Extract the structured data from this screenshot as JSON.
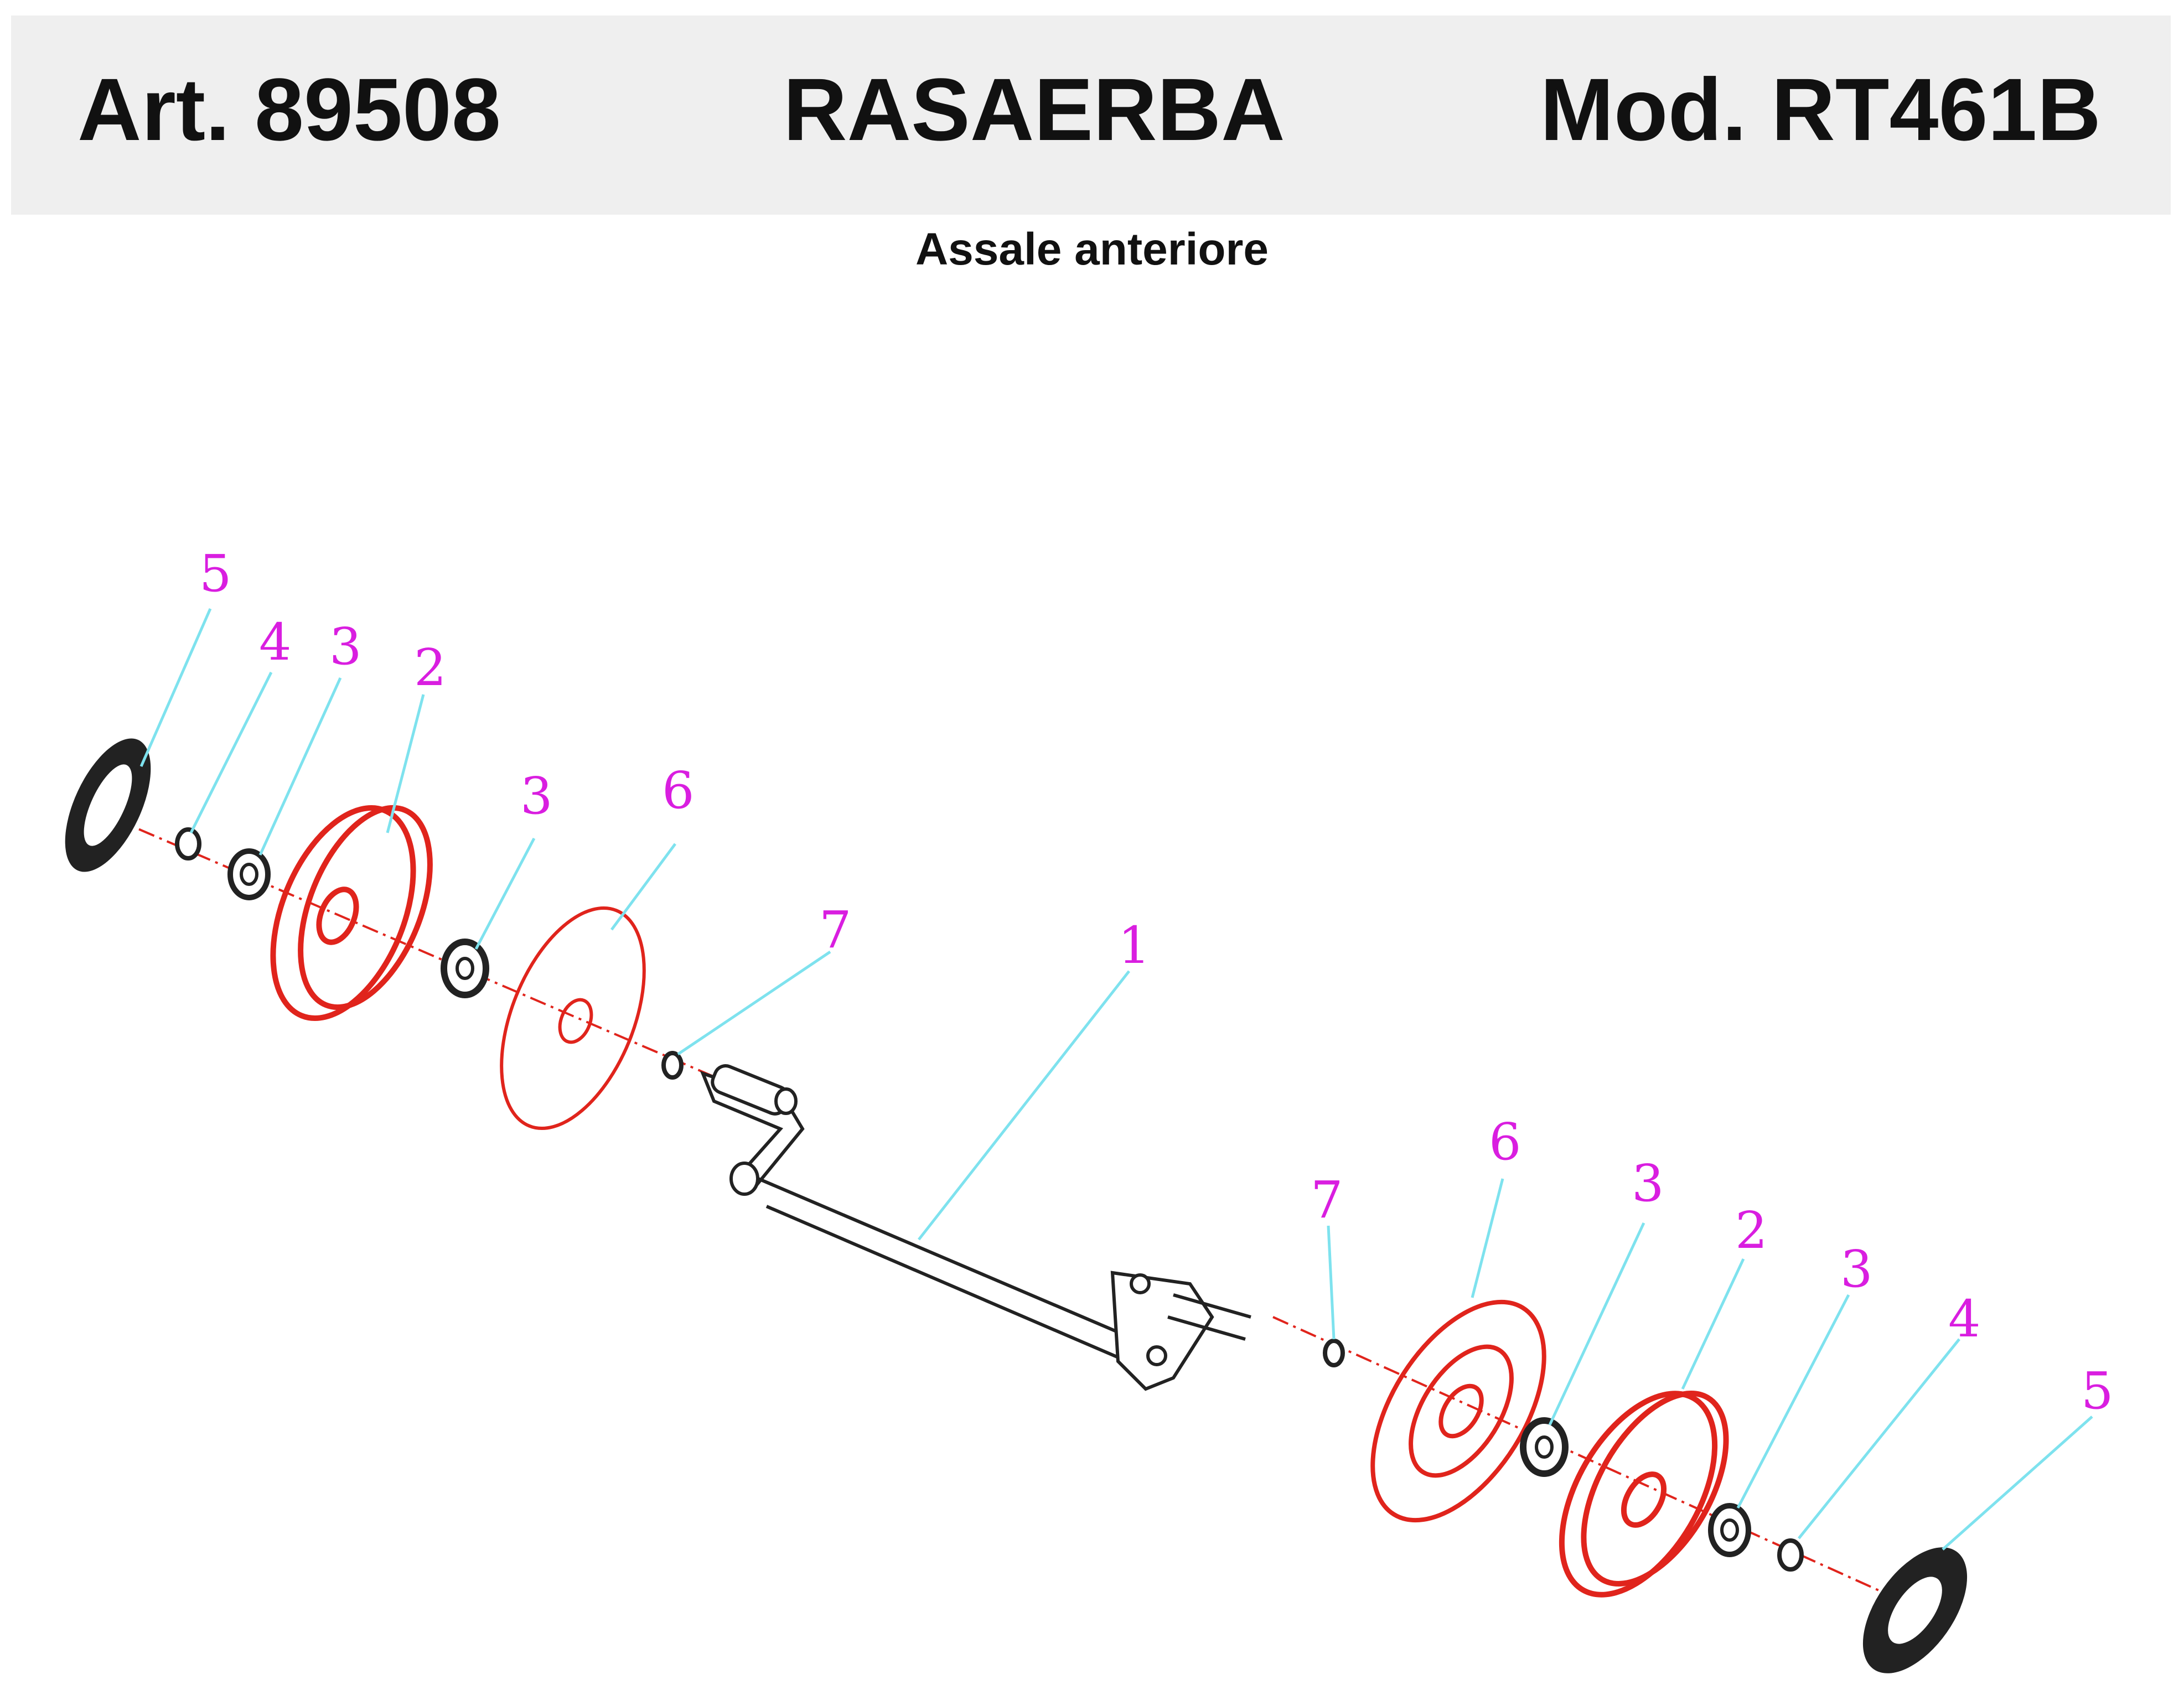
{
  "header": {
    "article": "Art. 89508",
    "product": "RASAERBA",
    "model": "Mod. RT461B",
    "background": "#efefef"
  },
  "subtitle": "Assale anteriore",
  "colors": {
    "callout_text": "#d91ee0",
    "leader_lines": "#7ee2ee",
    "highlight_parts": "#e0241c",
    "line_art": "#222222"
  },
  "callouts": {
    "left_hubcap": "5",
    "left_nut": "4",
    "left_outer_bearing": "3",
    "left_wheel": "2",
    "left_inner_bearing": "3",
    "left_cover": "6",
    "left_washer": "7",
    "axle": "1",
    "right_washer": "7",
    "right_cover": "6",
    "right_inner_bearing": "3",
    "right_wheel": "2",
    "right_outer_bearing": "3",
    "right_nut": "4",
    "right_hubcap": "5"
  }
}
